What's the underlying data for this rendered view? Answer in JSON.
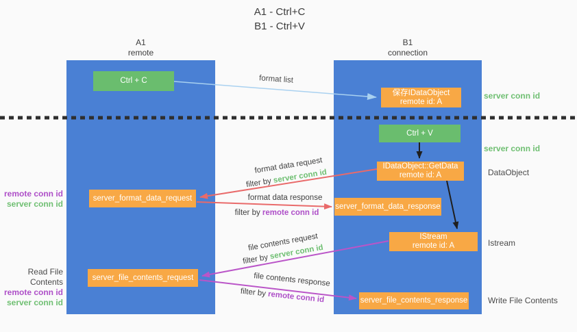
{
  "title": {
    "line1": "A1 - Ctrl+C",
    "line2": "B1 - Ctrl+V"
  },
  "lanes": {
    "a1": {
      "name": "A1",
      "role": "remote"
    },
    "b1": {
      "name": "B1",
      "role": "connection"
    }
  },
  "nodes": {
    "ctrl_c": {
      "label": "Ctrl + C"
    },
    "save_dataobject": {
      "line1": "保存IDataObject",
      "line2": "remote id: A"
    },
    "ctrl_v": {
      "label": "Ctrl + V"
    },
    "getdata": {
      "line1": "IDataObject::GetData",
      "line2": "remote id: A"
    },
    "format_request": {
      "label": "server_format_data_request"
    },
    "format_response": {
      "label": "server_format_data_response"
    },
    "istream": {
      "line1": "IStream",
      "line2": "remote id: A"
    },
    "file_request": {
      "label": "server_file_contents_request"
    },
    "file_response": {
      "label": "server_file_contents_response"
    }
  },
  "arrow_labels": {
    "format_list": "format list",
    "format_data_request": "format data request",
    "format_data_response": "format data response",
    "file_contents_request": "file contents request",
    "file_contents_response": "file contents response",
    "filter_by": "filter by ",
    "server_conn_id": "server conn id",
    "remote_conn_id": "remote conn id"
  },
  "side_labels": {
    "server_conn_id_top": "server conn id",
    "server_conn_id_mid": "server conn id",
    "dataobject": "DataObject",
    "istream": "Istream",
    "write_file_contents": "Write File Contents",
    "read_file_contents": "Read File Contents",
    "remote_conn_id": "remote conn id",
    "server_conn_id": "server conn id"
  },
  "colors": {
    "background": "#fafafa",
    "lane_blue": "#4a80d4",
    "box_green": "#6abd6e",
    "box_orange": "#f8a845",
    "text_green": "#6fbf72",
    "text_purple": "#ae4fc8",
    "arrow_red": "#e96a6a",
    "arrow_magenta": "#ba55c8",
    "arrow_lightblue": "#a9d1f0",
    "arrow_black": "#1f1f1f",
    "dashed_line": "#2f2f2f"
  }
}
